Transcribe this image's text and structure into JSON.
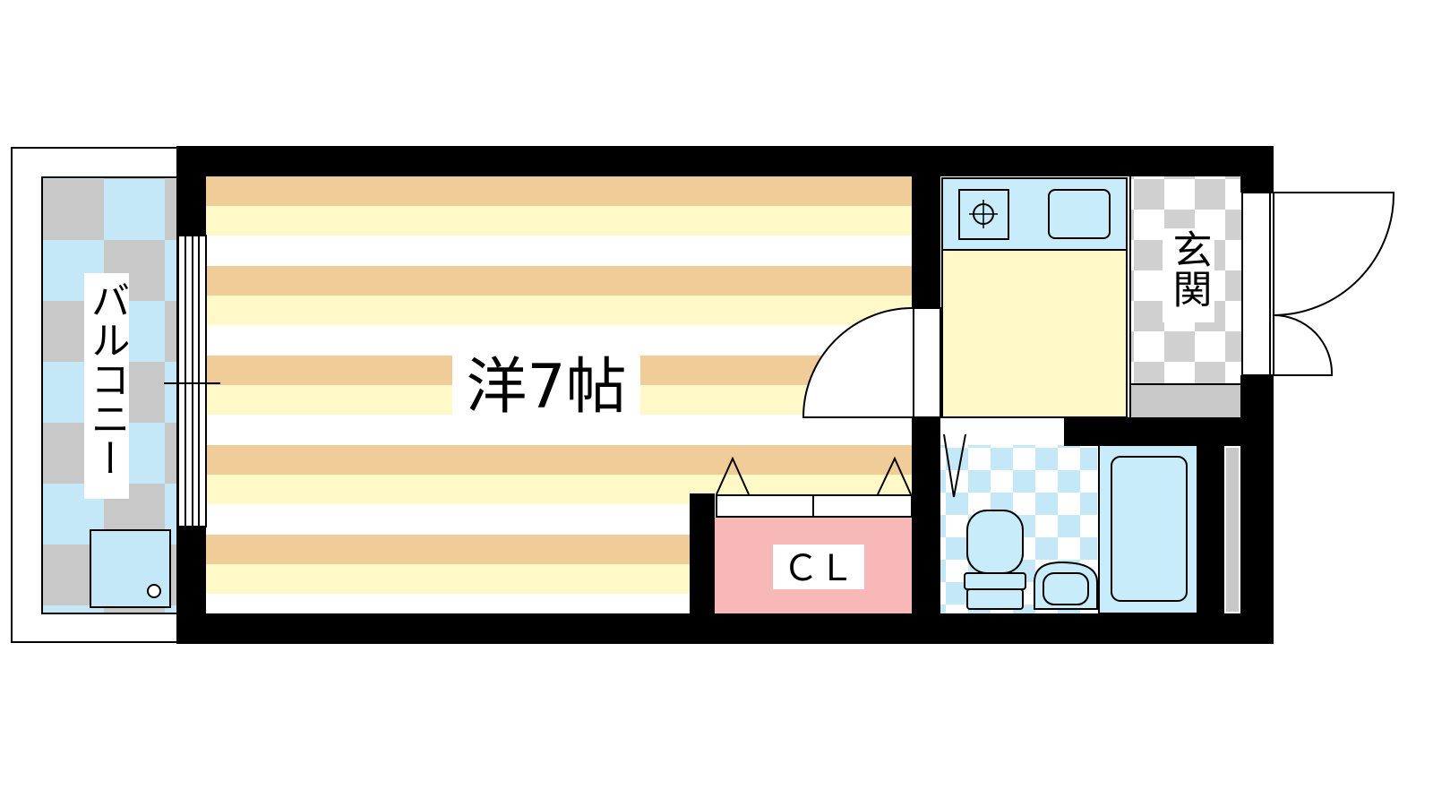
{
  "plan": {
    "rooms": [
      {
        "id": "main",
        "label": "洋7帖"
      },
      {
        "id": "closet",
        "label": "ＣＬ"
      },
      {
        "id": "entrance",
        "label": "玄関"
      },
      {
        "id": "balcony",
        "label": "バルコニー"
      }
    ]
  },
  "colors": {
    "wall": "#000000",
    "floor_stripe_orange": "#f0cc98",
    "floor_stripe_cream": "#fff9c8",
    "balcony_gray": "#c8c8c8",
    "balcony_blue": "#c4e8f8",
    "fixture_blue": "#c8ecfa",
    "kitchen_floor": "#fff9c8",
    "closet_pink": "#f8b8b8",
    "entrance_gray": "#c8c8c8",
    "bath_check_blue": "#c4e8f8"
  }
}
